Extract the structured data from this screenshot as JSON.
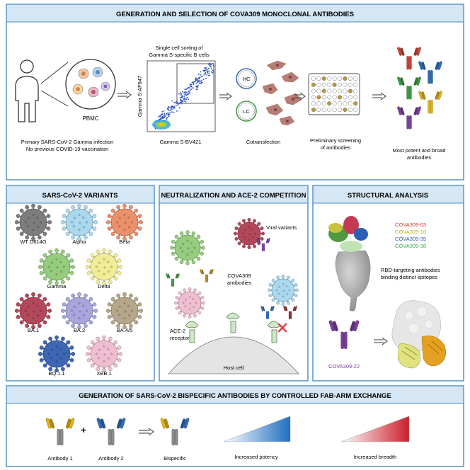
{
  "panels": {
    "generation": {
      "title": "GENERATION AND SELECTION OF COVA309 MONOCLONAL ANTIBODIES",
      "pbmc": "PBMC",
      "infection_line1": "Primary SARS-CoV-2 Gamma infection",
      "infection_line2": "No previous COVID-19 vaccination",
      "sorting_line1": "Single cell sorting of",
      "sorting_line2": "Gamma S-specific B cells",
      "axis_y": "Gamma S-AF647",
      "axis_x": "Gamma S-BV421",
      "hc": "HC",
      "lc": "LC",
      "cotransfection": "Cotransfection",
      "screening_line1": "Preliminary screening",
      "screening_line2": "of antibodies",
      "potent_line1": "Most potent and broad",
      "potent_line2": "antibodies"
    },
    "variants": {
      "title": "SARS-CoV-2 VARIANTS",
      "items": [
        {
          "label": "WT D614G",
          "color": "#7d7d7d"
        },
        {
          "label": "Alpha",
          "color": "#a9d8ef"
        },
        {
          "label": "Beta",
          "color": "#eb9068"
        },
        {
          "label": "Gamma",
          "color": "#96cc7e"
        },
        {
          "label": "Delta",
          "color": "#f1ec95"
        },
        {
          "label": "BA.1",
          "color": "#b3485a"
        },
        {
          "label": "BA.2",
          "color": "#a8a6dd"
        },
        {
          "label": "BA.4/5",
          "color": "#b7a78a"
        },
        {
          "label": "BQ.1.1",
          "color": "#3d67b4"
        },
        {
          "label": "XBB.1",
          "color": "#f0bed1"
        }
      ]
    },
    "neutralization": {
      "title": "NEUTRALIZATION AND ACE-2 COMPETITION",
      "viral_variants": "Viral variants",
      "cova_line1": "COVA309",
      "cova_line2": "antibodies",
      "ace2_line1": "ACE-2",
      "ace2_line2": "receptor",
      "host_cell": "Host cell"
    },
    "structural": {
      "title": "STRUCTURAL ANALYSIS",
      "legend": [
        {
          "label": "COVA309-03",
          "color": "#d9302c"
        },
        {
          "label": "COVA309-10",
          "color": "#b9b21c"
        },
        {
          "label": "COVA309-35",
          "color": "#2c5fb6"
        },
        {
          "label": "COVA309-38",
          "color": "#3fa849"
        }
      ],
      "rbd_line1": "RBD-targeting antibodies",
      "rbd_line2": "binding distinct epitopes",
      "cova22": "COVA309-22",
      "cova22_color": "#7b3f9e"
    },
    "bispecific": {
      "title": "GENERATION OF SARS-CoV-2 BISPECIFIC ANTIBODIES BY CONTROLLED FAB-ARM EXCHANGE",
      "plus": "+",
      "antibody1": "Antibody 1",
      "antibody2": "Antibody 2",
      "bispecific": "Bispecific",
      "potency": "Increased potency",
      "breadth": "Increased breadth",
      "potency_color": "#1f6fc1",
      "breadth_color": "#cc1f2b"
    }
  }
}
